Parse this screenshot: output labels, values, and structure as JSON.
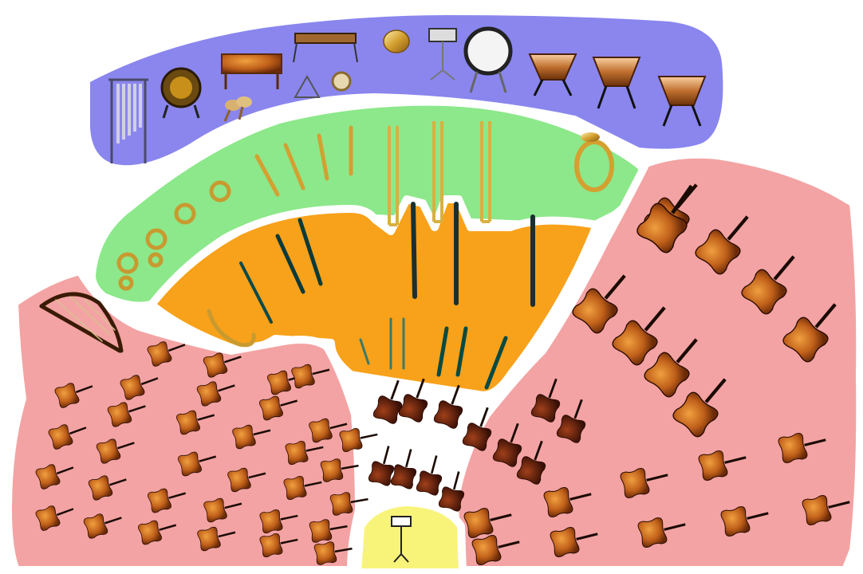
{
  "diagram": {
    "sections": [
      {
        "id": "percussion",
        "color": "#8a86ee"
      },
      {
        "id": "brass",
        "color": "#8ce88a"
      },
      {
        "id": "woodwinds",
        "color": "#f8a11a"
      },
      {
        "id": "strings-left",
        "color": "#f3a3a3"
      },
      {
        "id": "strings-right",
        "color": "#f3a3a3"
      },
      {
        "id": "conductor",
        "color": "#f8f47a"
      }
    ],
    "instrument_counts": {
      "tubular-bells": 1,
      "gong": 1,
      "marimba": 1,
      "xylophone": 1,
      "maracas": 1,
      "triangle": 1,
      "tambourine": 1,
      "cymbal": 1,
      "snare-drum": 1,
      "bass-drum": 1,
      "timpani": 3,
      "french-horn": 6,
      "trumpet": 4,
      "trombone": 3,
      "tuba": 1,
      "saxophone": 1,
      "bass-clarinet": 1,
      "clarinet": 2,
      "bassoon": 3,
      "flute": 3,
      "oboe": 3,
      "harp": 1,
      "violin": 43,
      "viola": 8,
      "cello": 9,
      "double-bass": 12,
      "conductor-stand": 1
    }
  }
}
